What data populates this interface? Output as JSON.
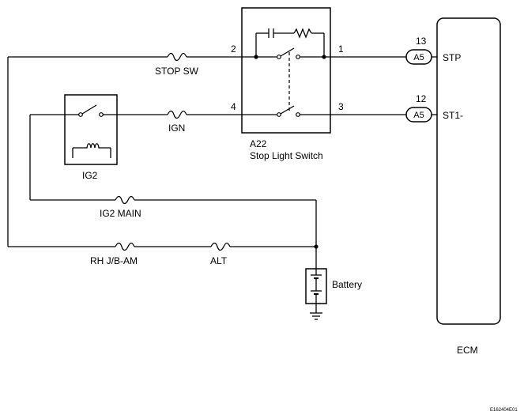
{
  "wires": {
    "stop_sw": "STOP SW",
    "ign": "IGN",
    "ig2_main": "IG2 MAIN",
    "rh_jb_am": "RH J/B-AM",
    "alt": "ALT"
  },
  "relay": {
    "label": "IG2"
  },
  "stop_light_switch": {
    "code": "A22",
    "name": "Stop Light Switch",
    "pins": {
      "p1": "1",
      "p2": "2",
      "p3": "3",
      "p4": "4"
    }
  },
  "ecm": {
    "label": "ECM",
    "terminals": [
      {
        "pin": "13",
        "connector": "A5",
        "signal": "STP"
      },
      {
        "pin": "12",
        "connector": "A5",
        "signal": "ST1-"
      }
    ]
  },
  "battery": {
    "label": "Battery"
  },
  "figure_id": "E162404E01"
}
